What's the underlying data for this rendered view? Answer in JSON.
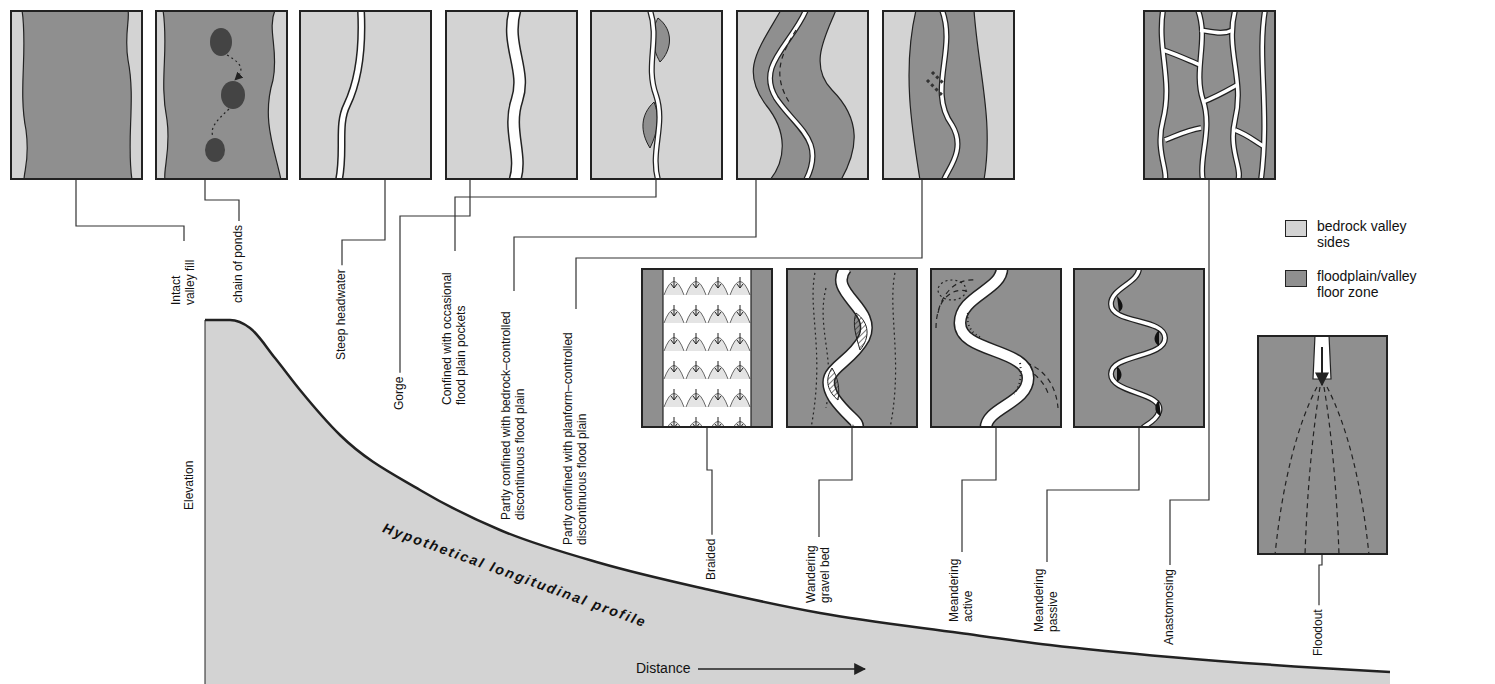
{
  "diagram": {
    "labels": [
      "Intact valley fill",
      "chain of ponds",
      "Steep headwater",
      "Gorge",
      "Confined with occasional flood plain pockets",
      "Partly confined with bedrock–controlled discontinuous flood plain",
      "Partly confined with planform–controlled discontinuous flood plain",
      "Braided",
      "Wandering gravel bed",
      "Meandering active",
      "Meandering passive",
      "Anastomosing",
      "Floodout",
      "Elevation",
      "Hypothetical longitudinal profile",
      "Distance"
    ],
    "legend": [
      {
        "text": "bedrock valley sides",
        "color": "#d3d3d3"
      },
      {
        "text": "floodplain/valley floor zone",
        "color": "#8f8f8f"
      }
    ]
  }
}
